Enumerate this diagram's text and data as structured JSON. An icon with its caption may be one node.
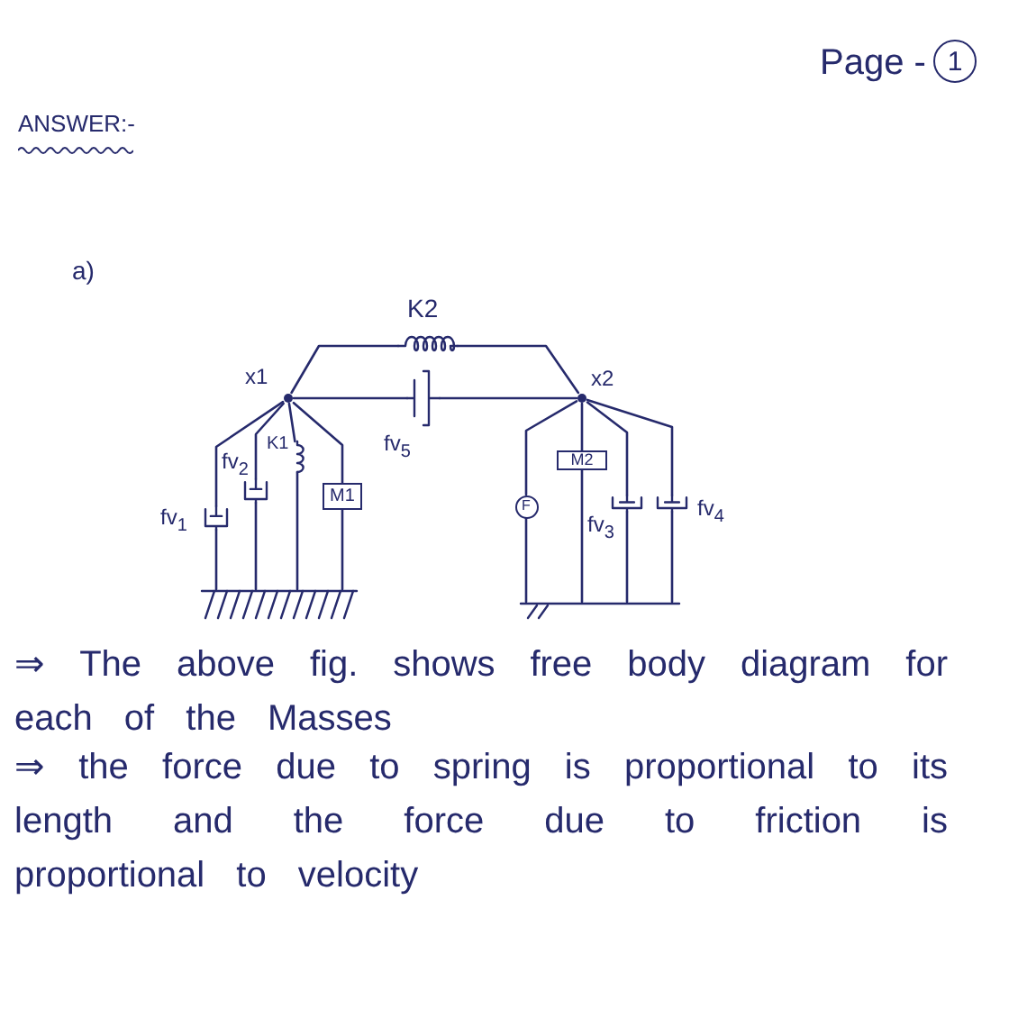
{
  "diagram": {
    "nodes": [
      {
        "text": [
          "1"
        ]
      },
      {
        "text": [],
        "shape": "spring",
        "beside": [
          "K2"
        ]
      },
      {
        "text": [],
        "shape": "dot",
        "beside": [
          "x1"
        ]
      },
      {
        "text": [],
        "shape": "damper",
        "beside": [
          "fv$_{5}$"
        ]
      },
      {
        "text": [],
        "shape": "dot",
        "beside": [
          "x2"
        ]
      },
      {
        "text": [],
        "shape": "damper",
        "beside": [
          "fv$_{1}$"
        ]
      },
      {
        "text": [],
        "shape": "damper",
        "beside": [
          "fv$_{2}$"
        ]
      },
      {
        "text": [],
        "shape": "spring",
        "beside": [
          "K1"
        ]
      },
      {
        "text": [
          "M1"
        ]
      },
      {
        "text": [],
        "shape": "ground"
      },
      {
        "text": [
          "F"
        ]
      },
      {
        "text": [
          "M2"
        ]
      },
      {
        "text": [],
        "shape": "damper",
        "beside": [
          "fv$_{3}$"
        ]
      },
      {
        "text": [],
        "shape": "damper",
        "beside": [
          "fv$_{4}$"
        ]
      },
      {
        "text": [],
        "shape": "ground"
      }
    ],
    "edges": [
      {
        "from": 2,
        "to": 1,
        "arrow": "none"
      },
      {
        "from": 1,
        "to": 4,
        "arrow": "none"
      },
      {
        "from": 2,
        "to": 3,
        "arrow": "none"
      },
      {
        "from": 3,
        "to": 4,
        "arrow": "none"
      },
      {
        "from": 2,
        "to": 5,
        "arrow": "none"
      },
      {
        "from": 5,
        "to": 9,
        "arrow": "none"
      },
      {
        "from": 2,
        "to": 6,
        "arrow": "none"
      },
      {
        "from": 6,
        "to": 9,
        "arrow": "none"
      },
      {
        "from": 2,
        "to": 7,
        "arrow": "none"
      },
      {
        "from": 7,
        "to": 9,
        "arrow": "none"
      },
      {
        "from": 2,
        "to": 8,
        "arrow": "none"
      },
      {
        "from": 8,
        "to": 9,
        "arrow": "none"
      },
      {
        "from": 4,
        "to": 10,
        "arrow": "none"
      },
      {
        "from": 10,
        "to": 14,
        "arrow": "none"
      },
      {
        "from": 4,
        "to": 11,
        "arrow": "none"
      },
      {
        "from": 11,
        "to": 14,
        "arrow": "none"
      },
      {
        "from": 4,
        "to": 12,
        "arrow": "none"
      },
      {
        "from": 12,
        "to": 14,
        "arrow": "none"
      },
      {
        "from": 4,
        "to": 13,
        "arrow": "none"
      },
      {
        "from": 13,
        "to": 14,
        "arrow": "none"
      }
    ],
    "labels": [
      "Page -",
      "ANSWER:-",
      "a)",
      "⇒ The above fig. shows free body diagram for each of the Masses",
      "⇒ the force due to spring is proportional to its length and the force due to friction is proportional to velocity"
    ]
  }
}
